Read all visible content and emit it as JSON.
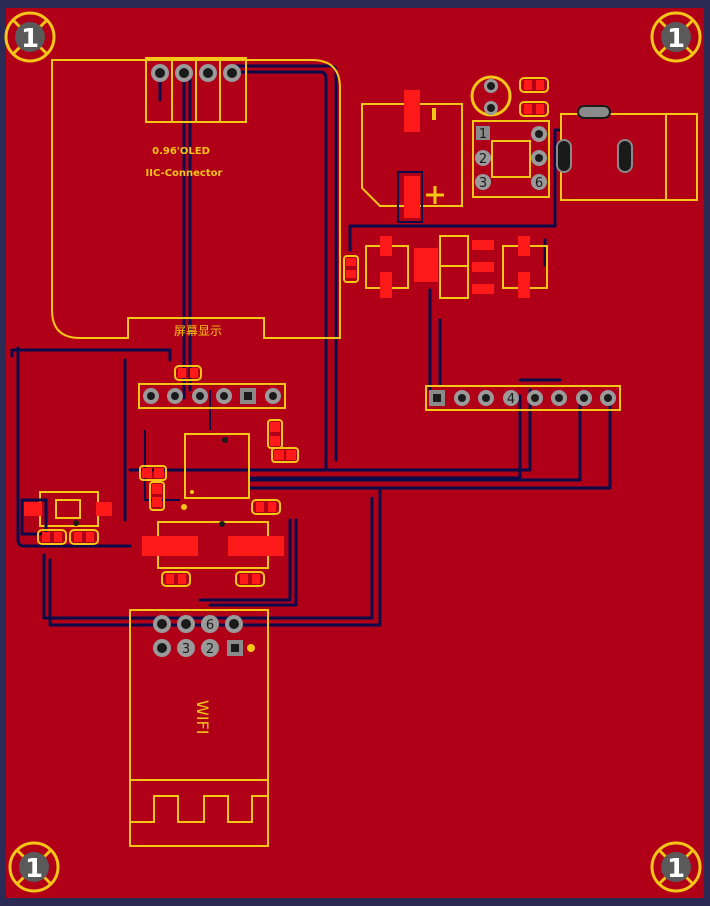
{
  "board": {
    "colors": {
      "copper": "#b00018",
      "silkscreen": "#f5c518",
      "pad": "#ff1a1a",
      "trace": "#0b0b4a",
      "outline": "#2a2a55"
    }
  },
  "mounting_holes": [
    {
      "label": "1"
    },
    {
      "label": "1"
    },
    {
      "label": "1"
    },
    {
      "label": "1"
    }
  ],
  "oled": {
    "title": "0.96'OLED",
    "subtitle": "IIC-Connector",
    "caption": "屏幕显示"
  },
  "headers": {
    "top_right": [
      "1",
      "2",
      "3",
      "6"
    ],
    "right_row_marker": "4",
    "wifi_pins": [
      "6",
      "3",
      "2"
    ]
  },
  "wifi": {
    "label": "WIFI"
  }
}
